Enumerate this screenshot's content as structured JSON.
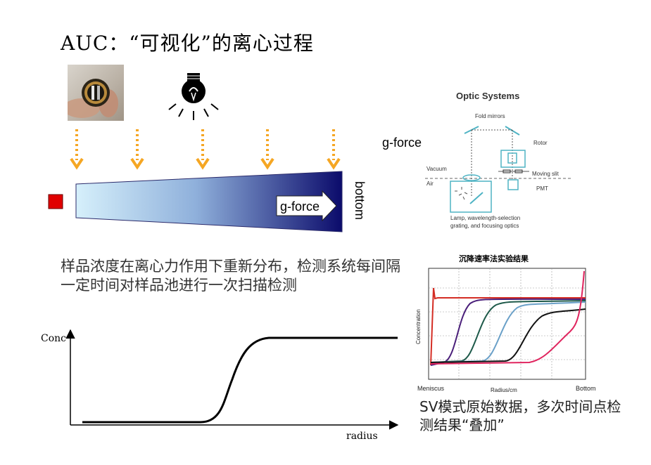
{
  "title": "AUC：“可视化”的离心过程",
  "top_diagram": {
    "gforce_label": "g-force",
    "bottom_label": "bottom"
  },
  "description": "样品浓度在离心力作用下重新分布，检测系统每间隔一定时间对样品池进行一次扫描检测",
  "optic_systems": {
    "title": "Optic Systems",
    "gforce_label": "g-force",
    "fold_mirrors": "Fold mirrors",
    "rotor": "Rotor",
    "vacuum": "Vacuum",
    "air": "Air",
    "moving_slit": "Moving slit",
    "pmt": "PMT",
    "lamp_line1": "Lamp, wavelength-selection",
    "lamp_line2": "grating, and focusing optics"
  },
  "conc_plot": {
    "ylabel": "Conc",
    "xlabel": "radius"
  },
  "sv_chart": {
    "title": "沉降速率法实验结果",
    "ylabel": "Concentration",
    "xlabel": "Radius/cm",
    "left_label": "Meniscus",
    "right_label": "Bottom",
    "colors": [
      "#d42d24",
      "#4a1f7a",
      "#1e5a4a",
      "#6aa0c8",
      "#111111",
      "#e0245e"
    ]
  },
  "sv_caption": "SV模式原始数据，多次时间点检测结果“叠加”",
  "colors": {
    "arrow": "#f5a623",
    "sample_marker": "#e00000",
    "gradient_start": "#d6f0fb",
    "gradient_end": "#0b0b6b"
  }
}
